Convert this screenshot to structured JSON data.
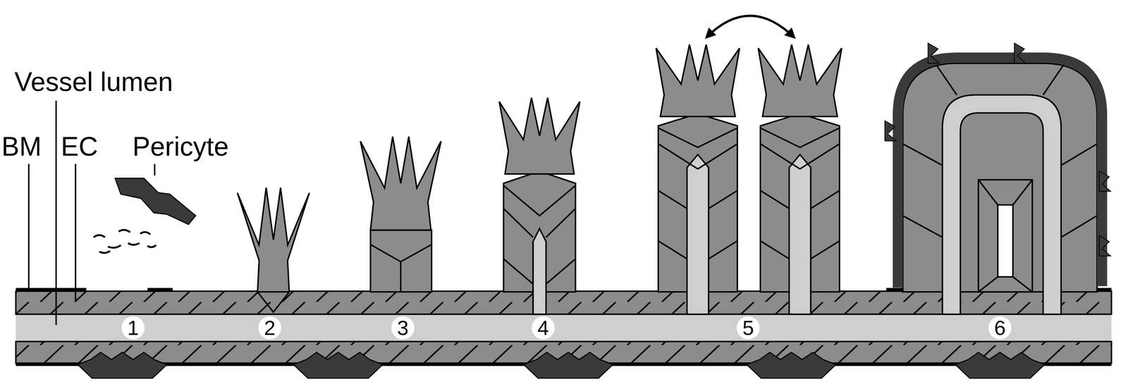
{
  "diagram": {
    "labels": [
      "Vessel lumen",
      "BM",
      "EC",
      "Pericyte",
      "1",
      "2",
      "3",
      "4",
      "5",
      "6"
    ]
  }
}
